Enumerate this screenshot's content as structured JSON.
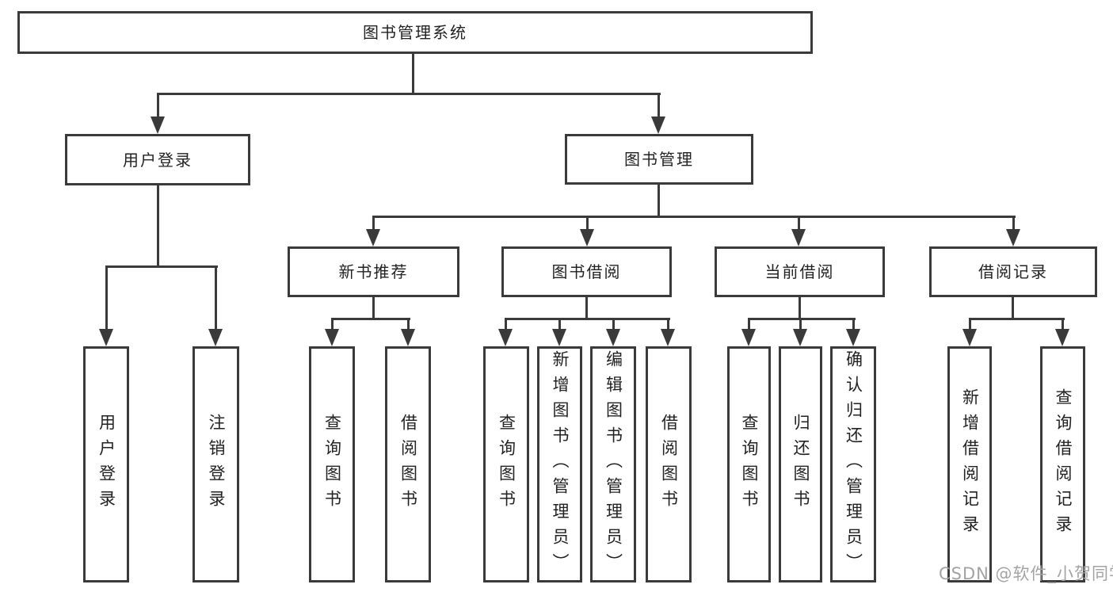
{
  "tree": {
    "label": "图书管理系统",
    "children": [
      {
        "label": "用户登录",
        "children": [
          {
            "label": "用户登录"
          },
          {
            "label": "注销登录"
          }
        ]
      },
      {
        "label": "图书管理",
        "children": [
          {
            "label": "新书推荐",
            "children": [
              {
                "label": "查询图书"
              },
              {
                "label": "借阅图书"
              }
            ]
          },
          {
            "label": "图书借阅",
            "children": [
              {
                "label": "查询图书"
              },
              {
                "label": "新增图书（管理员）"
              },
              {
                "label": "编辑图书（管理员）"
              },
              {
                "label": "借阅图书"
              }
            ]
          },
          {
            "label": "当前借阅",
            "children": [
              {
                "label": "查询图书"
              },
              {
                "label": "归还图书"
              },
              {
                "label": "确认归还（管理员）"
              }
            ]
          },
          {
            "label": "借阅记录",
            "children": [
              {
                "label": "新增借阅记录"
              },
              {
                "label": "查询借阅记录"
              }
            ]
          }
        ]
      }
    ]
  },
  "watermark": "CSDN @软件_小贺同学",
  "colors": {
    "line": "#3a3a3a",
    "text": "#222222",
    "watermark": "#a3a3a3",
    "background": "#ffffff"
  }
}
